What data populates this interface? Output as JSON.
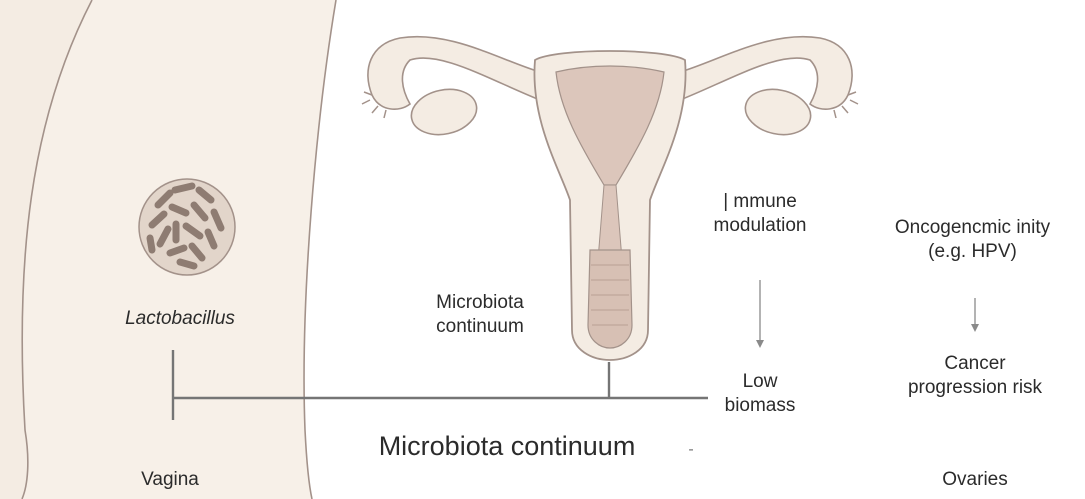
{
  "colors": {
    "tissue_fill": "#f4ece3",
    "tissue_stroke": "#a3928a",
    "cavity": "#dcc6bb",
    "inner": "#ccb3a8",
    "bacteria_dish": "#e2d5ca",
    "bacteria": "#8e7c72",
    "axis_line": "#757575",
    "arrow": "#8a8a8a",
    "text": "#2b2b2b"
  },
  "labels": {
    "lactobacillus": "Lactobacillus",
    "vagina": "Vagina",
    "microbiota_continuum_small": [
      "Microbiota",
      "continuum"
    ],
    "microbiota_continuum_title": "Microbiota continuum",
    "immune_modulation": [
      "| mmune",
      "modulation"
    ],
    "low_biomass": [
      "Low",
      "biomass"
    ],
    "oncogenic_activity": [
      "Oncogencmic inity",
      "(e.g. HPV)"
    ],
    "cancer_risk": [
      "Cancer",
      "progression risk"
    ],
    "ovaries": "Ovaries",
    "stray_mark": "-"
  }
}
